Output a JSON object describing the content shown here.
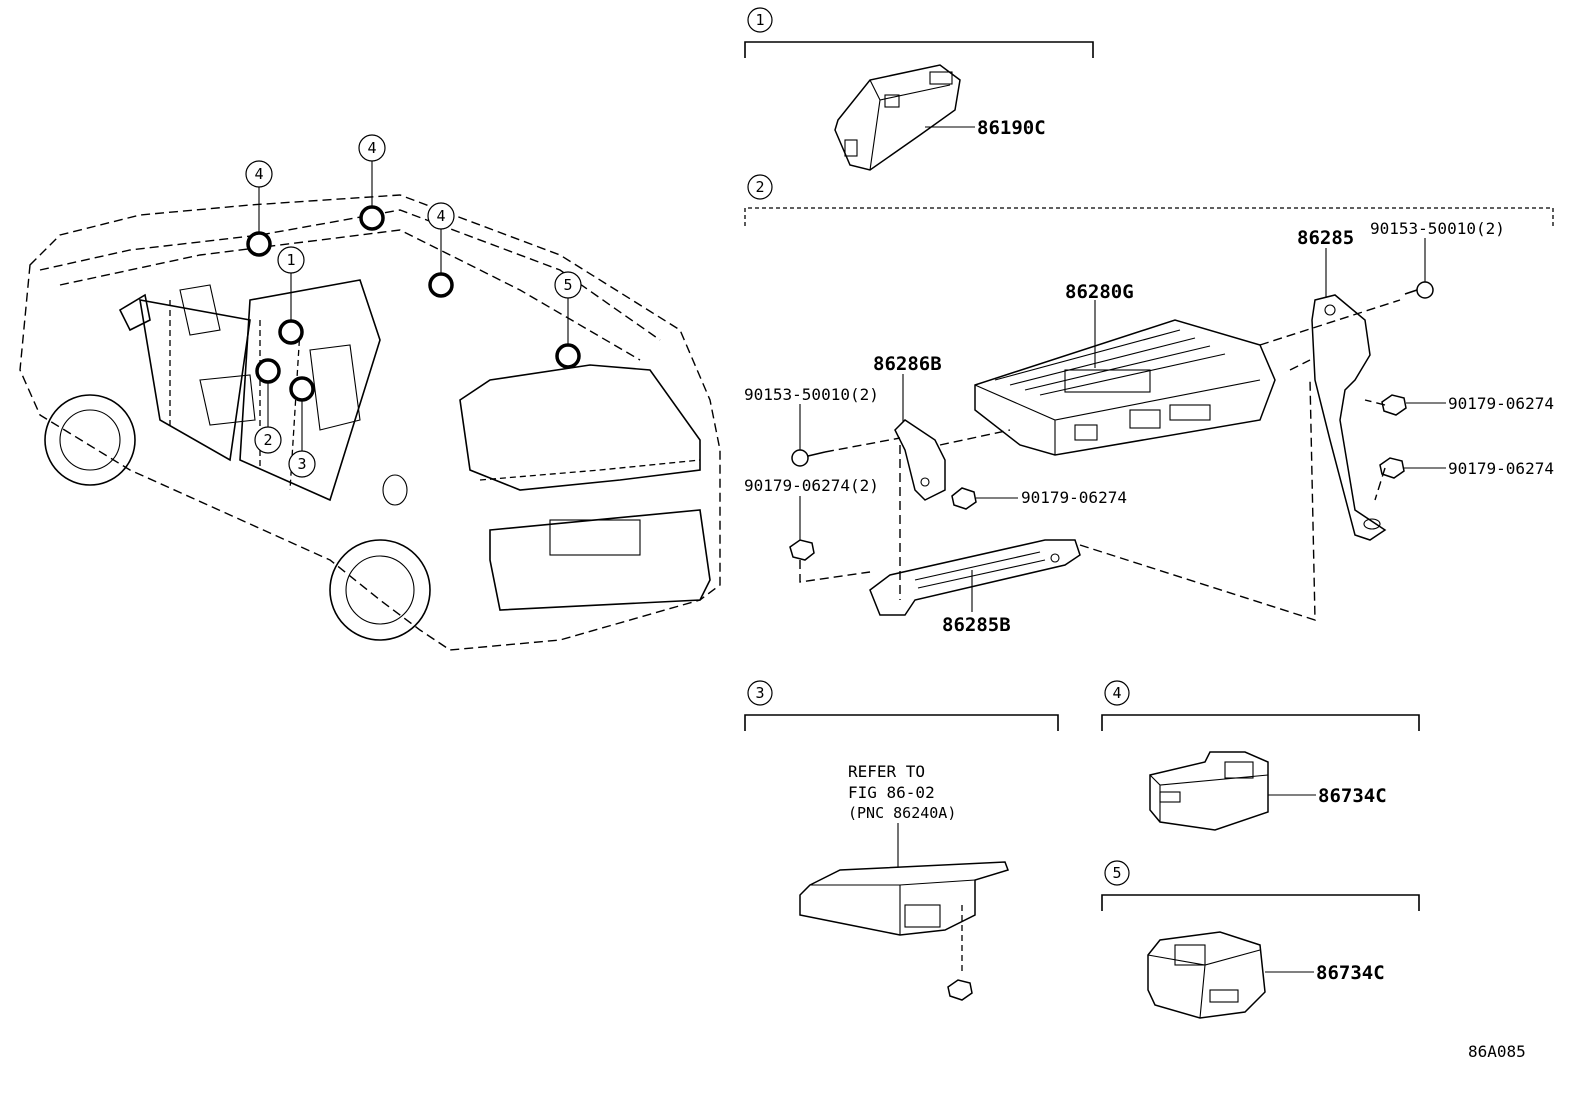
{
  "sections": [
    {
      "id": "1",
      "part": "86190C"
    },
    {
      "id": "2",
      "parts": [
        "86280G",
        "86285",
        "86286B",
        "86285B",
        "90153-50010(2)",
        "90153-50010(2)",
        "90179-06274(2)",
        "90179-06274",
        "90179-06274",
        "90179-06274"
      ]
    },
    {
      "id": "3",
      "note": [
        "REFER TO",
        "FIG 86-02",
        "(PNC 86240A)"
      ]
    },
    {
      "id": "4",
      "part": "86734C"
    },
    {
      "id": "5",
      "part": "86734C"
    }
  ],
  "car_callouts": [
    "4",
    "4",
    "4",
    "1",
    "5",
    "2",
    "3"
  ],
  "figure_code": "86A085"
}
